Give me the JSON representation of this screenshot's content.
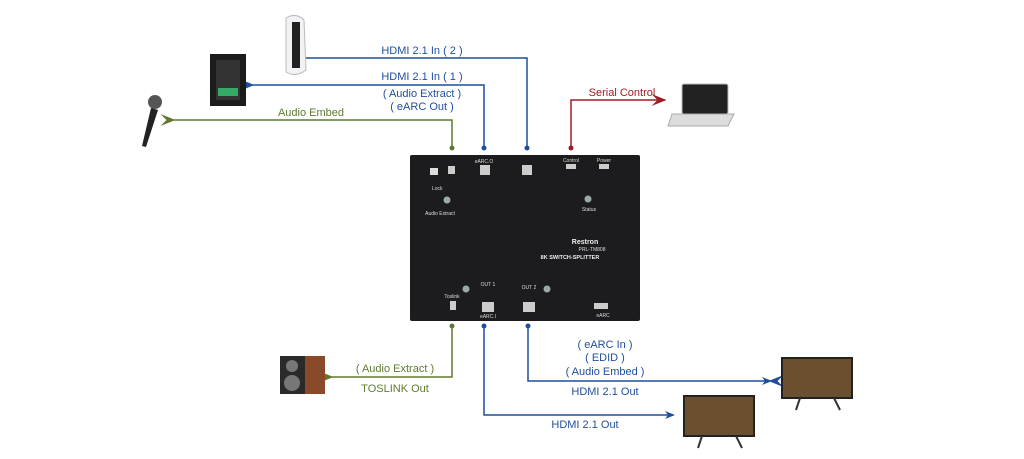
{
  "colors": {
    "hdmi": "#1f4e9c",
    "audio": "#5f7a2e",
    "serial": "#a01c24",
    "device": "#1c1c1e"
  },
  "connections": {
    "hdmi_in_2": "HDMI 2.1 In ( 2 )",
    "hdmi_in_1": "HDMI 2.1 In ( 1 )",
    "in1_note1": "( Audio Extract )",
    "in1_note2": "( eARC Out )",
    "audio_embed": "Audio Embed",
    "serial_control": "Serial Control",
    "toslink_note": "( Audio Extract )",
    "toslink_out": "TOSLINK Out",
    "out2_note1": "( eARC In )",
    "out2_note2": "( EDID )",
    "out2_note3": "( Audio Embed )",
    "hdmi_out_2": "HDMI 2.1 Out",
    "hdmi_out_1": "HDMI 2.1 Out"
  },
  "device": {
    "brand": "Restron",
    "model": "PRL-TM808",
    "product": "8K SWITCH-SPLITTER",
    "audio_extract": "Audio Extract",
    "status": "Status",
    "control": "Control",
    "power": "Power",
    "earc_o": "eARC.O",
    "earc_i": "eARC.I",
    "out1": "OUT 1",
    "out2": "OUT 2",
    "toslink": "Toslink",
    "earc": "eARC",
    "lock": "Lock"
  },
  "icons": [
    "game-console-icon",
    "pc-tower-icon",
    "microphone-icon",
    "laptop-icon",
    "speaker-icon",
    "monitor-icon"
  ]
}
